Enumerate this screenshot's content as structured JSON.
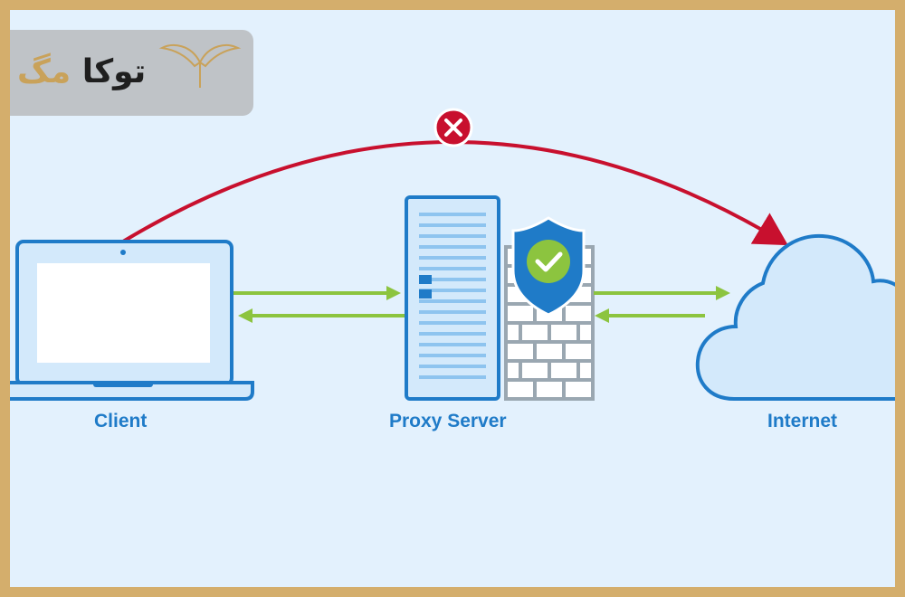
{
  "brand": {
    "logo_dark": "توکا",
    "logo_gold": "مگ",
    "accent": "#d4ae6c"
  },
  "nodes": {
    "client": "Client",
    "proxy": "Proxy Server",
    "internet": "Internet"
  },
  "colors": {
    "outline": "#1f7bc8",
    "fill_light": "#d3e9fb",
    "arrow_green": "#8cc43f",
    "blocked_red": "#c8102e",
    "check_green": "#8cc43f",
    "background": "#e3f1fd"
  },
  "icons": {
    "laptop": "laptop-icon",
    "server": "server-icon",
    "firewall": "brick-wall-icon",
    "shield": "shield-check-icon",
    "cloud": "cloud-icon",
    "blocked": "x-circle-icon"
  }
}
